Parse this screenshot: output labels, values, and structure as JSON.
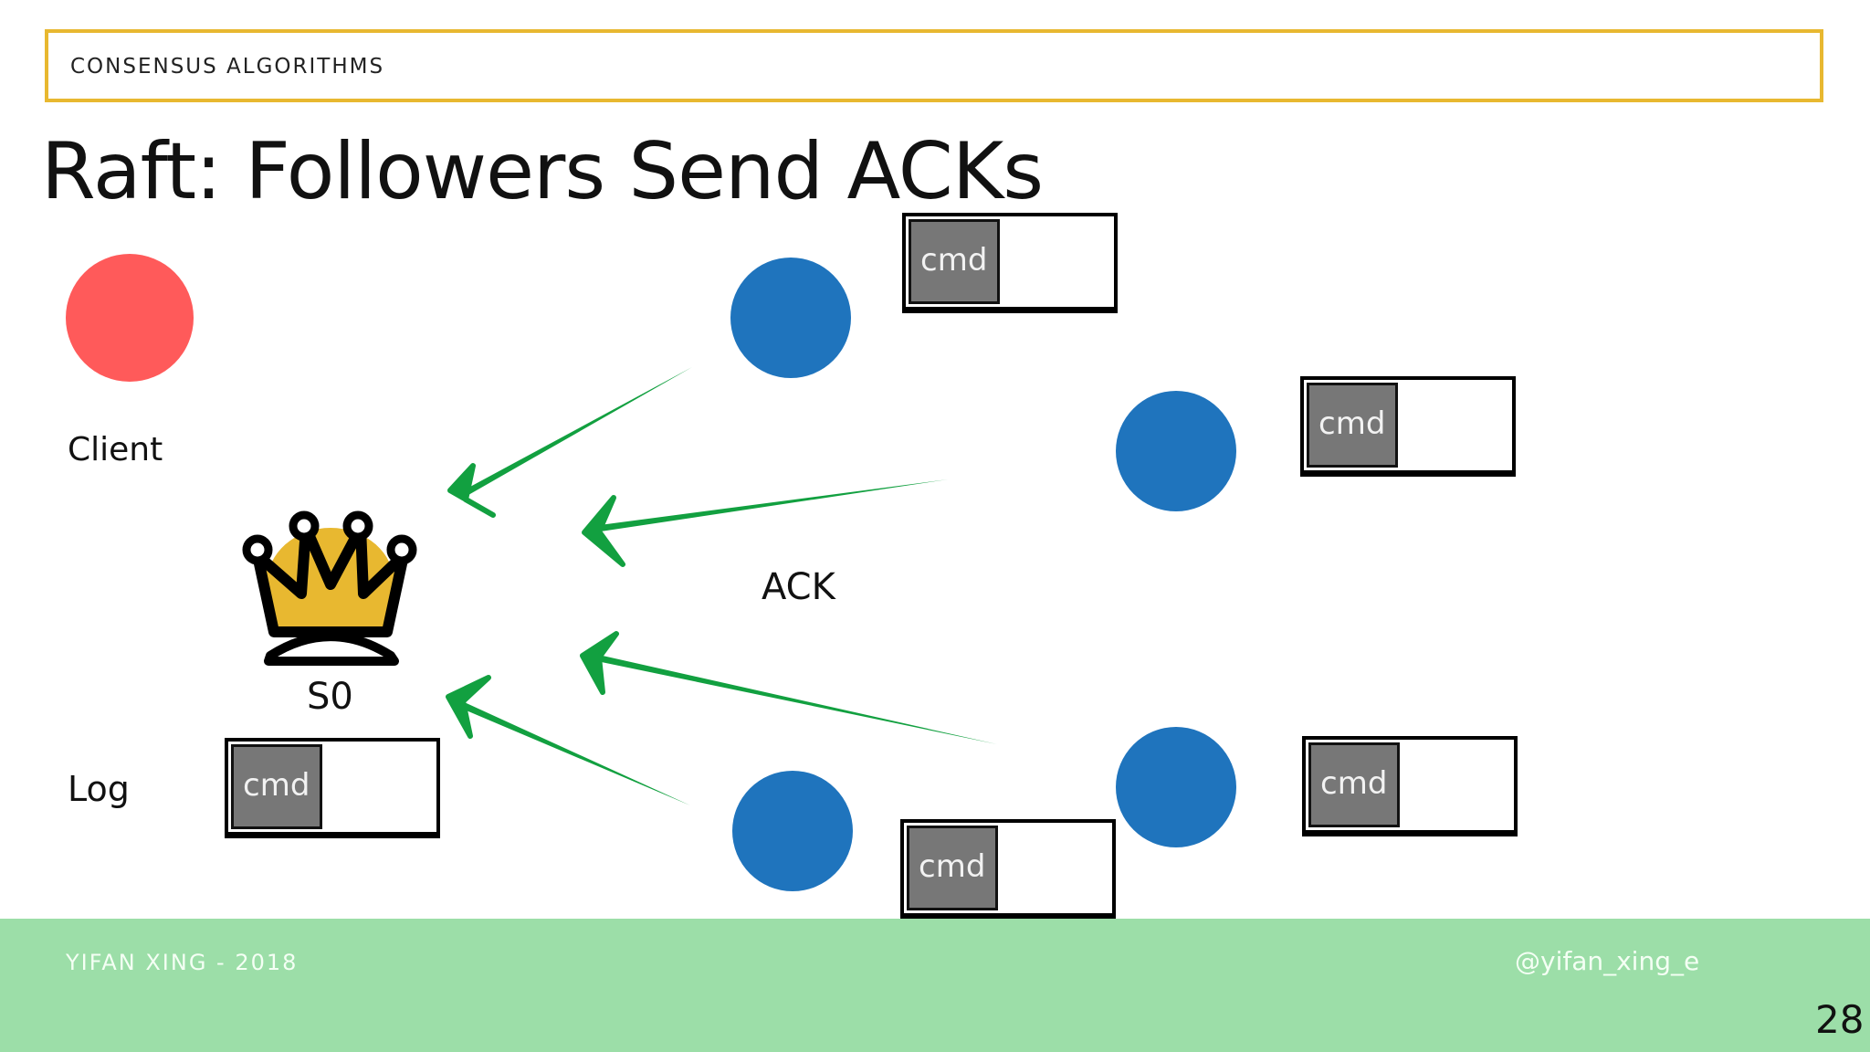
{
  "header": {
    "section_label": "CONSENSUS ALGORITHMS"
  },
  "slide": {
    "title": "Raft: Followers Send ACKs"
  },
  "diagram": {
    "client_label": "Client",
    "leader_label": "S0",
    "log_label": "Log",
    "ack_label": "ACK",
    "log_entry": "cmd",
    "colors": {
      "client": "#ff5a5a",
      "follower": "#1f74bd",
      "arrow": "#12a040",
      "crown": "#e8b830",
      "header_border": "#e8b830",
      "footer": "#9cdea8",
      "log_cell": "#777777"
    },
    "icons": [
      "crown-icon"
    ]
  },
  "footer": {
    "author": "YIFAN XING - 2018",
    "handle": "@yifan_xing_e",
    "page_number": "28"
  }
}
